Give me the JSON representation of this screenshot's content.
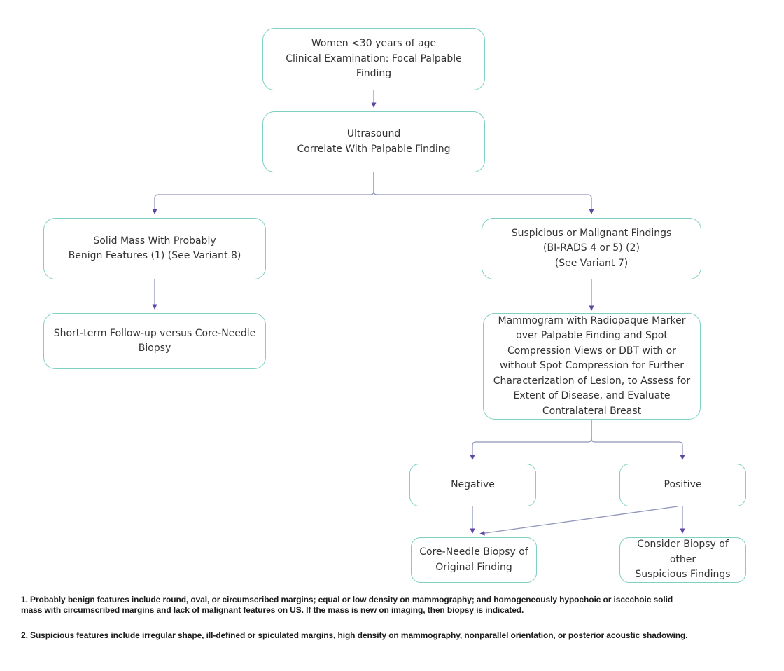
{
  "diagram": {
    "type": "flowchart",
    "palette": {
      "node_border": "#7fcfc3",
      "node_fill": "#ffffff",
      "node_text": "#333333",
      "edge_line": "#9095bb",
      "edge_arrowhead": "#5f45a5",
      "footnote_text": "#1c1c1c",
      "background": "#ffffff"
    },
    "nodes": {
      "start": {
        "label": "Women <30 years of age\nClinical Examination: Focal Palpable\nFinding"
      },
      "ultrasound": {
        "label": "Ultrasound\nCorrelate With Palpable Finding"
      },
      "solid_mass": {
        "label": "Solid Mass With Probably\nBenign Features (1) (See Variant 8)"
      },
      "short_term": {
        "label": "Short-term Follow-up versus Core-Needle\nBiopsy"
      },
      "suspicious": {
        "label": "Suspicious or Malignant Findings\n(BI-RADS 4 or 5) (2)\n(See Variant 7)"
      },
      "mammogram": {
        "label": "Mammogram with Radiopaque Marker\nover Palpable Finding and Spot\nCompression Views or DBT with or\nwithout Spot Compression for Further\nCharacterization of Lesion, to Assess for\nExtent of Disease, and Evaluate\nContralateral Breast"
      },
      "negative": {
        "label": "Negative"
      },
      "positive": {
        "label": "Positive"
      },
      "core_biopsy": {
        "label": "Core-Needle Biopsy of\nOriginal Finding"
      },
      "consider_biopsy": {
        "label": "Consider Biopsy of other\nSuspicious Findings"
      }
    },
    "edges": [
      {
        "from": "start",
        "to": "ultrasound"
      },
      {
        "from": "ultrasound",
        "to": "solid_mass"
      },
      {
        "from": "ultrasound",
        "to": "suspicious"
      },
      {
        "from": "solid_mass",
        "to": "short_term"
      },
      {
        "from": "suspicious",
        "to": "mammogram"
      },
      {
        "from": "mammogram",
        "to": "negative"
      },
      {
        "from": "mammogram",
        "to": "positive"
      },
      {
        "from": "negative",
        "to": "core_biopsy"
      },
      {
        "from": "positive",
        "to": "consider_biopsy"
      },
      {
        "from": "positive",
        "to": "core_biopsy"
      }
    ],
    "footnotes": [
      "1. Probably benign features include round, oval, or circumscribed margins; equal or low density on mammography; and homogeneously hypochoic or iscechoic solid\nmass with circumscribed margins and lack of malignant features on US. If the mass is new on imaging, then biopsy is indicated.",
      "2. Suspicious features include irregular shape, ill-defined or spiculated margins, high density on mammography, nonparallel orientation, or posterior acoustic shadowing."
    ]
  }
}
